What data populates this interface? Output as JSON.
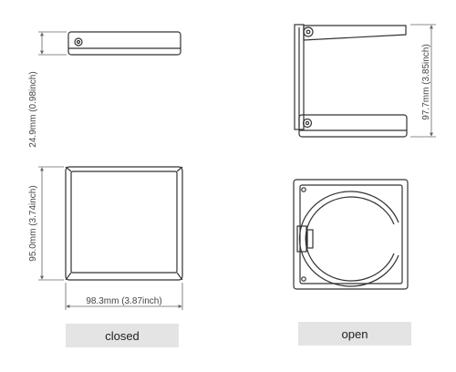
{
  "dimensions": {
    "closed_height": "24.9mm (0.98inch)",
    "closed_depth": "95.0mm (3.74inch)",
    "closed_width": "98.3mm (3.87inch)",
    "open_height": "97.7mm (3.85inch)"
  },
  "labels": {
    "closed": "closed",
    "open": "open"
  },
  "colors": {
    "outline": "#333333",
    "dimension_line": "#666666",
    "label_background": "#e4e4e4"
  }
}
